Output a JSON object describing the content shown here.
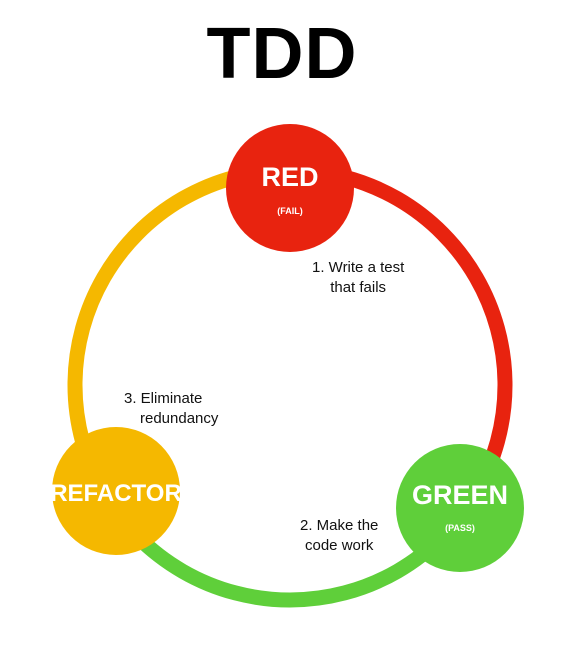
{
  "title": "TDD",
  "colors": {
    "red": "#e8230f",
    "green": "#5fcf3a",
    "yellow": "#f5b800",
    "text": "#111111"
  },
  "nodes": {
    "red": {
      "label": "RED",
      "sub": "(FAIL)"
    },
    "green": {
      "label": "GREEN",
      "sub": "(PASS)"
    },
    "refactor": {
      "label": "REFACTOR",
      "sub": ""
    }
  },
  "steps": {
    "write_test": {
      "line1": "1. Write a test",
      "line2": "that fails"
    },
    "make_work": {
      "line1": "2. Make the",
      "line2": "code work"
    },
    "eliminate": {
      "line1": "3. Eliminate",
      "line2": "redundancy"
    }
  }
}
